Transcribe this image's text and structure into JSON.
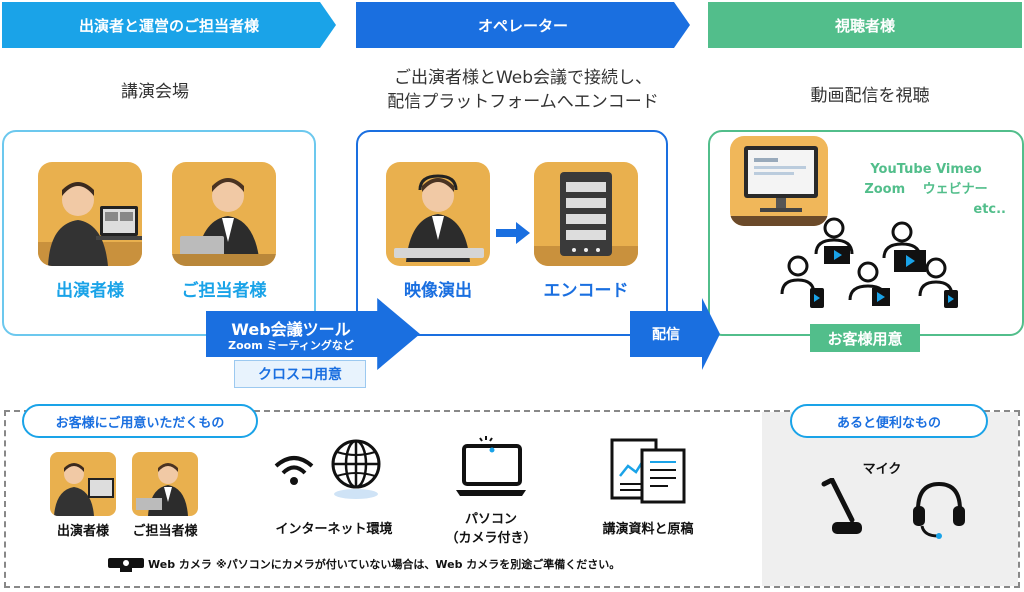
{
  "headers": {
    "performers": "出演者と運営のご担当者様",
    "operator": "オペレーター",
    "viewers": "視聴者様"
  },
  "subheads": {
    "venue": "講演会場",
    "operator_line1": "ご出演者様とWeb会議で接続し、",
    "operator_line2": "配信プラットフォームへエンコード",
    "viewers": "動画配信を視聴"
  },
  "captions": {
    "performer": "出演者様",
    "staff": "ご担当者様",
    "video_direction": "映像演出",
    "encode": "エンコード"
  },
  "web_meeting": {
    "title": "Web会議ツール",
    "subtitle": "Zoom ミーティングなど",
    "badge": "クロスコ用意"
  },
  "distribution": {
    "label": "配信"
  },
  "platforms": {
    "line1": "YouTube  Vimeo",
    "line2": "Zoom　 ウェビナー",
    "line3": "etc.."
  },
  "customer_badge": "お客様用意",
  "bottom": {
    "prepare_title": "お客様にご用意いただくもの",
    "handy_title": "あると便利なもの",
    "items": {
      "performer": "出演者様",
      "staff": "ご担当者様",
      "internet": "インターネット環境",
      "pc_line1": "パソコン",
      "pc_line2": "（カメラ付き）",
      "docs": "講演資料と原稿",
      "mic": "マイク"
    },
    "webcam_label": "Web カメラ",
    "note": "※パソコンにカメラが付いていない場合は、Web カメラを別途ご準備ください。"
  },
  "colors": {
    "cyan": "#1aa3e8",
    "blue": "#1a6fe0",
    "green": "#52be8b"
  }
}
